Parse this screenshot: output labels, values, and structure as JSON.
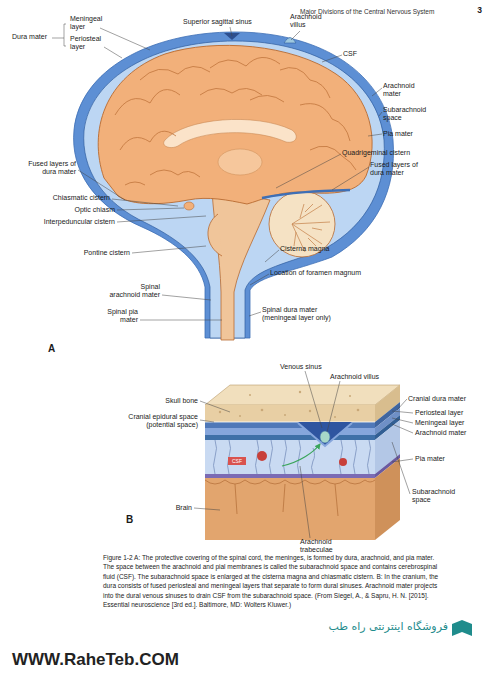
{
  "diagram": {
    "caption": "Figure 1-2 A: The protective covering of the spinal cord, the meninges, is formed by dura, arachnoid, and pia mater. The space between the arachnoid and pial membranes is called the subarachnoid space and contains cerebrospinal fluid (CSF). The subarachnoid space is enlarged at the cisterna magna and chiasmatic cistern. B: In the cranium, the dura consists of fused periosteal and meningeal layers that separate to form dural sinuses. Arachnoid mater projects into the dural venous sinuses to drain CSF from the subarachnoid space. (From Siegel, A., & Sapru, H. N. [2015]. Essential neuroscience [3rd ed.]. Baltimore, MD: Wolters Kluwer.)",
    "labels": [
      "Major Divisions of the Central Nervous System",
      "3",
      "Superior sagittal sinus",
      "Arachnoid villus",
      "Dura mater",
      "Meningeal layer",
      "Periosteal layer",
      "CSF",
      "Arachnoid mater",
      "Subarachnoid space",
      "Pia mater",
      "Quadrigeminal cistern",
      "Fused layers of dura mater",
      "Fused layers of dura mater",
      "Chiasmatic cistern",
      "Optic chiasm",
      "Interpeduncular cistern",
      "Pontine cistern",
      "Cisterna magna",
      "Location of foramen magnum",
      "Spinal arachnoid mater",
      "Spinal pia mater",
      "Spinal dura mater (meningeal layer only)",
      "A",
      "Venous sinus",
      "Arachnoid villus",
      "Skull bone",
      "Cranial dura mater",
      "Cranial epidural space (potential space)",
      "Periosteal layer",
      "Meningeal layer",
      "Arachnoid mater",
      "Pia mater",
      "Brain",
      "Subarachnoid space",
      "Arachnoid trabeculae",
      "B",
      "CSF",
      "فروشگاه اینترنتی راه طب",
      "WWW.RaheTeb.COM"
    ]
  }
}
